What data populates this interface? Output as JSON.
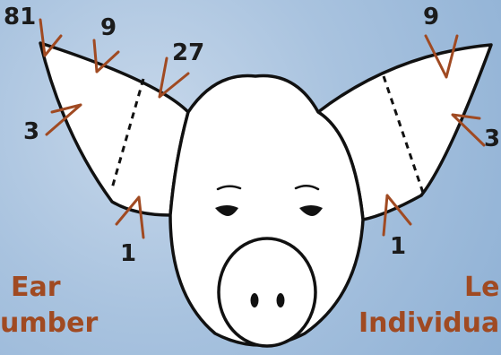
{
  "notch_values": {
    "left_ear_tip": "81",
    "left_ear_top": "9",
    "left_ear_inner": "27",
    "left_ear_outer": "3",
    "left_ear_bottom": "1",
    "right_ear_top": "9",
    "right_ear_outer": "3",
    "right_ear_bottom": "1"
  },
  "captions": {
    "left_line1": "Ear",
    "left_line2": "umber",
    "right_line1": "Le",
    "right_line2": "Individual"
  },
  "colors": {
    "notch": "#a04a22",
    "outline": "#111111",
    "fill": "#ffffff",
    "background": "#a9c3df"
  }
}
